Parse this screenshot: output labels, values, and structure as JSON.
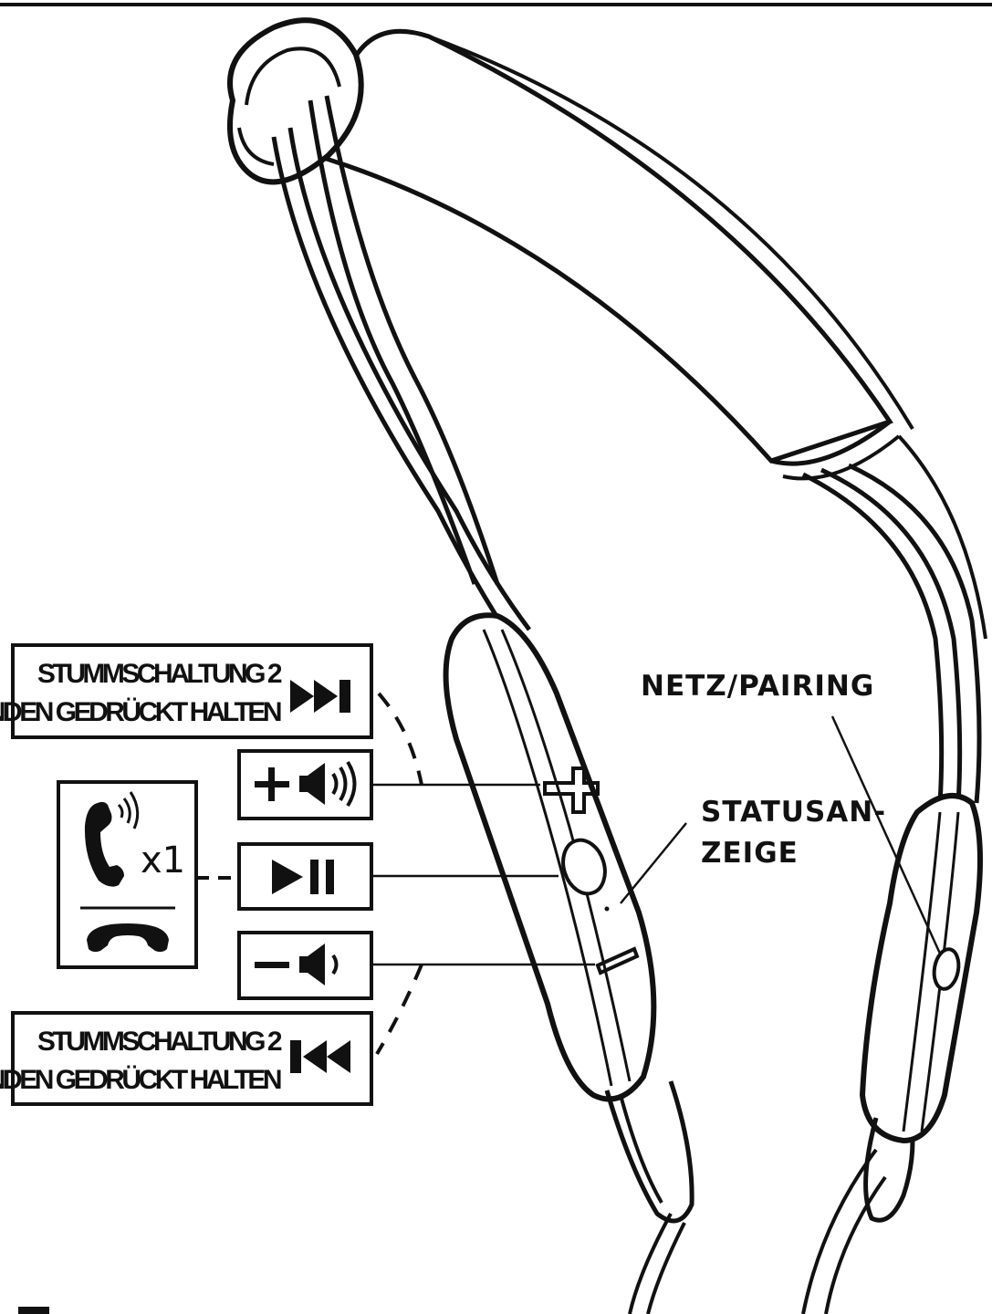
{
  "labels": {
    "next_track_line1": "STUMMSCHALTUNG 2",
    "next_track_line2": "SEKUNDEN GEDRÜCKT HALTEN",
    "prev_track_line1": "STUMMSCHALTUNG 2",
    "prev_track_line2": "SEKUNDEN GEDRÜCKT HALTEN",
    "power_pairing": "NETZ/PAIRING",
    "status_line1": "STATUSAN-",
    "status_line2": "ZEIGE",
    "call_count": "x1"
  },
  "icons": {
    "next": "skip-forward-icon",
    "volume_up": "volume-up-icon",
    "play_pause": "play-pause-icon",
    "volume_down": "volume-down-icon",
    "previous": "skip-back-icon",
    "incoming_call": "phone-ringing-icon",
    "end_call": "phone-hangup-icon"
  },
  "colors": {
    "ink": "#111111",
    "background": "#ffffff"
  }
}
